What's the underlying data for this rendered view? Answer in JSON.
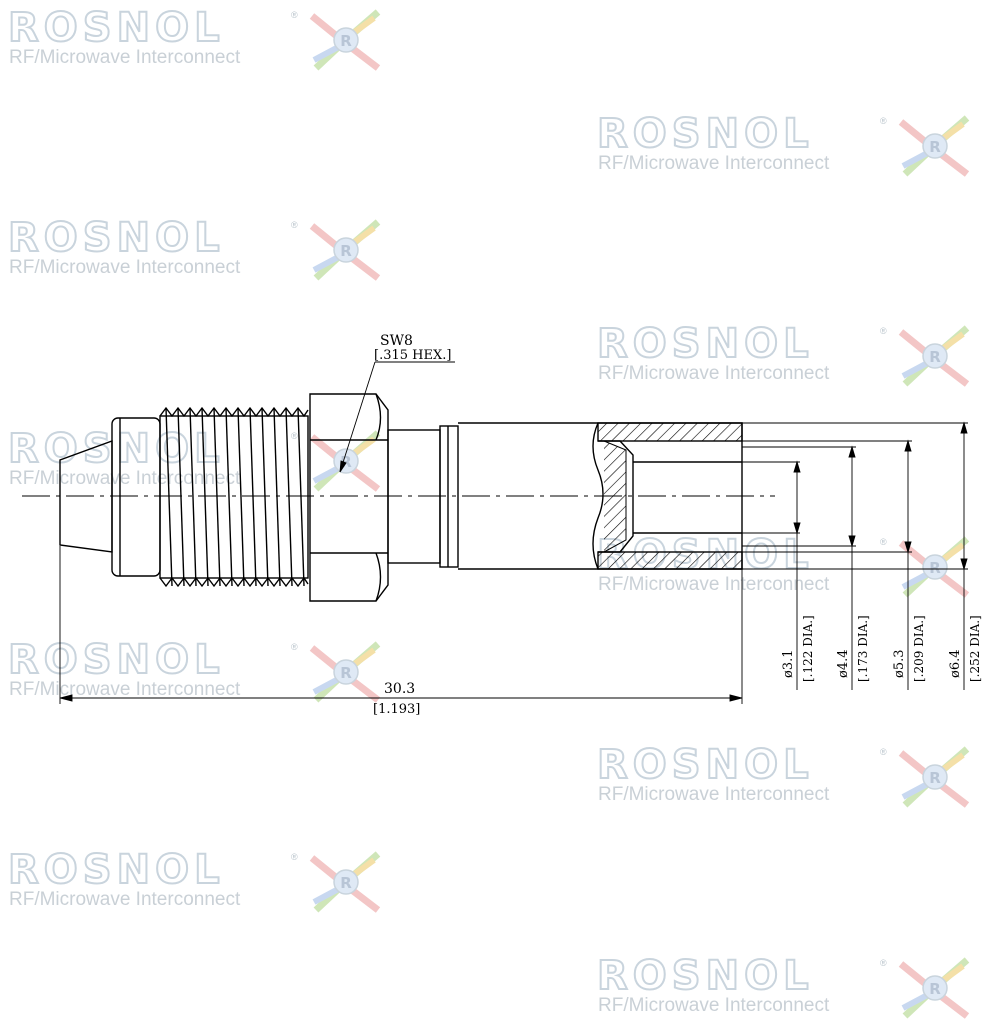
{
  "watermark": {
    "brand": "ROSNOL",
    "registered": "®",
    "tagline": "RF/Microwave Interconnect",
    "logo_letter": "R",
    "text_color": "#c9d4dd"
  },
  "annotations": {
    "hex_size": "SW8",
    "hex_size_imperial": "[.315 HEX.]",
    "length": "30.3",
    "length_imperial": "[1.193]",
    "dia_1": "ø3.1",
    "dia_1_imperial": "[.122 DIA.]",
    "dia_2": "ø4.4",
    "dia_2_imperial": "[.173 DIA.]",
    "dia_3": "ø5.3",
    "dia_3_imperial": "[.209 DIA.]",
    "dia_4": "ø6.4",
    "dia_4_imperial": "[.252 DIA.]"
  },
  "colors": {
    "line": "#000000",
    "background": "#ffffff"
  }
}
